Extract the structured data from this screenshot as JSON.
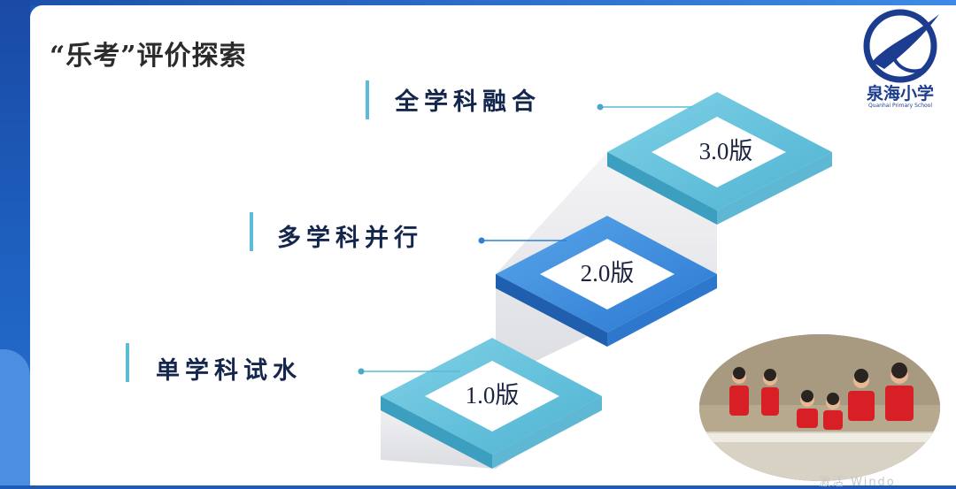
{
  "title": "“乐考”评价探索",
  "levels": [
    {
      "name": "全学科融合",
      "version": "3.0版"
    },
    {
      "name": "多学科并行",
      "version": "2.0版"
    },
    {
      "name": "单学科试水",
      "version": "1.0版"
    }
  ],
  "logo": {
    "school_name": "泉海小学",
    "english": "Quanhai Primary School"
  },
  "watermark": "激活 Windo",
  "colors": {
    "cyan": "#5bbcd6",
    "blue": "#2e7fd8",
    "navy": "#15264d"
  }
}
